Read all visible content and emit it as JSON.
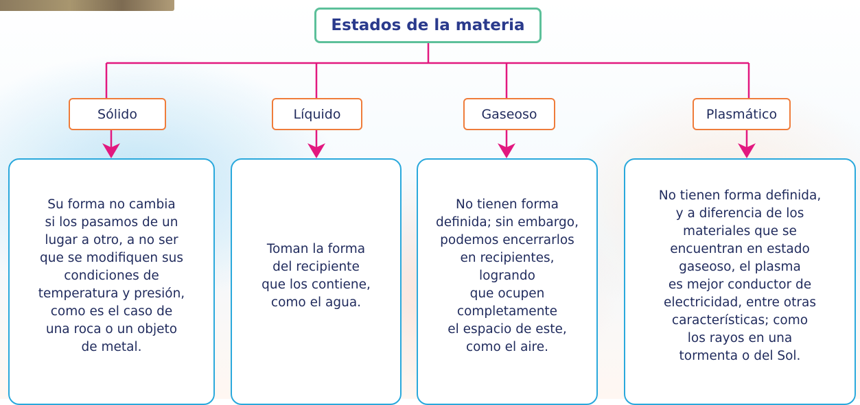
{
  "title": "Estados de la materia",
  "states": [
    {
      "name": "Sólido",
      "description": "Su forma no cambia\nsi los pasamos de un\nlugar a otro, a no ser\nque se modifiquen sus\ncondiciones de\ntemperatura y presión,\ncomo es el caso de\nuna roca o un objeto\nde metal."
    },
    {
      "name": "Líquido",
      "description": "Toman la forma\ndel recipiente\nque los contiene,\ncomo el agua."
    },
    {
      "name": "Gaseoso",
      "description": "No tienen forma\ndefinida; sin embargo,\npodemos encerrarlos\nen recipientes,\nlogrando\nque ocupen\ncompletamente\nel espacio de este,\ncomo el aire."
    },
    {
      "name": "Plasmático",
      "description": "No tienen forma definida,\ny a diferencia de los\nmateriales que se\nencuentran en estado\ngaseoso, el plasma\nes mejor conductor de\nelectricidad, entre otras\ncaracterísticas; como\nlos rayos en una\ntormenta o del Sol."
    }
  ],
  "colors": {
    "title_border": "#5cc09a",
    "title_text": "#2a3a8c",
    "connector": "#e2187f",
    "category_border": "#ef7c3a",
    "description_border": "#29a8dc",
    "text": "#1f2a5c"
  }
}
